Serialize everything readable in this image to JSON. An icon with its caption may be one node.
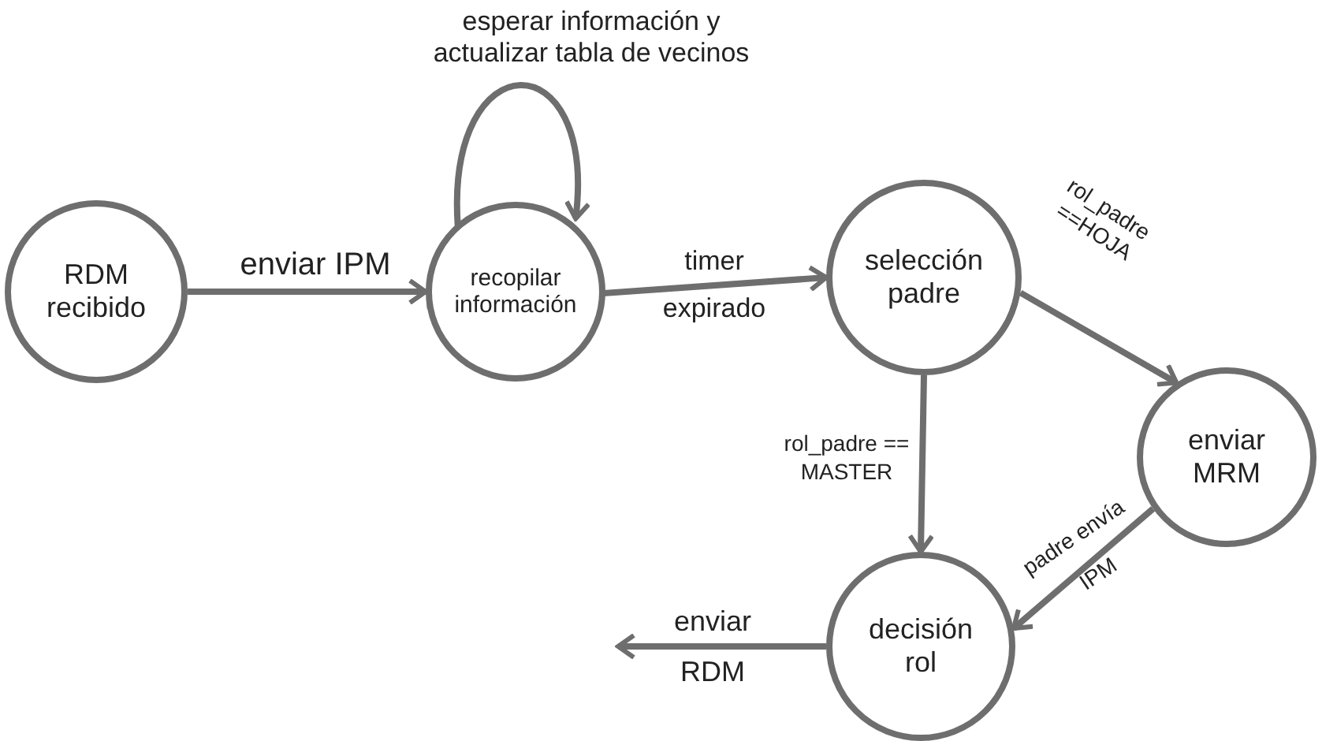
{
  "diagram": {
    "nodes": [
      {
        "text": [
          "RDM recibido"
        ]
      },
      {
        "text": [
          "recopilar información"
        ]
      },
      {
        "text": [
          "selección padre"
        ]
      },
      {
        "text": [
          "enviar MRM"
        ]
      },
      {
        "text": [
          "decisión rol"
        ]
      }
    ],
    "edges": [
      {
        "from": 0,
        "to": 1,
        "arrow": "to",
        "label": "enviar IPM"
      },
      {
        "from": 1,
        "to": 1,
        "arrow": "to",
        "label": "esperar información y actualizar tabla de vecinos"
      },
      {
        "from": 1,
        "to": 2,
        "arrow": "to",
        "label": "timer expirado"
      },
      {
        "from": 2,
        "to": 3,
        "arrow": "to",
        "label": "rol_padre ==HOJA"
      },
      {
        "from": 2,
        "to": 4,
        "arrow": "to",
        "label": "rol_padre == MASTER"
      },
      {
        "from": 3,
        "to": 4,
        "arrow": "to",
        "label": "padre envía IPM"
      },
      {
        "from": 4,
        "to": null,
        "arrow": "to",
        "label": "enviar RDM"
      }
    ]
  }
}
